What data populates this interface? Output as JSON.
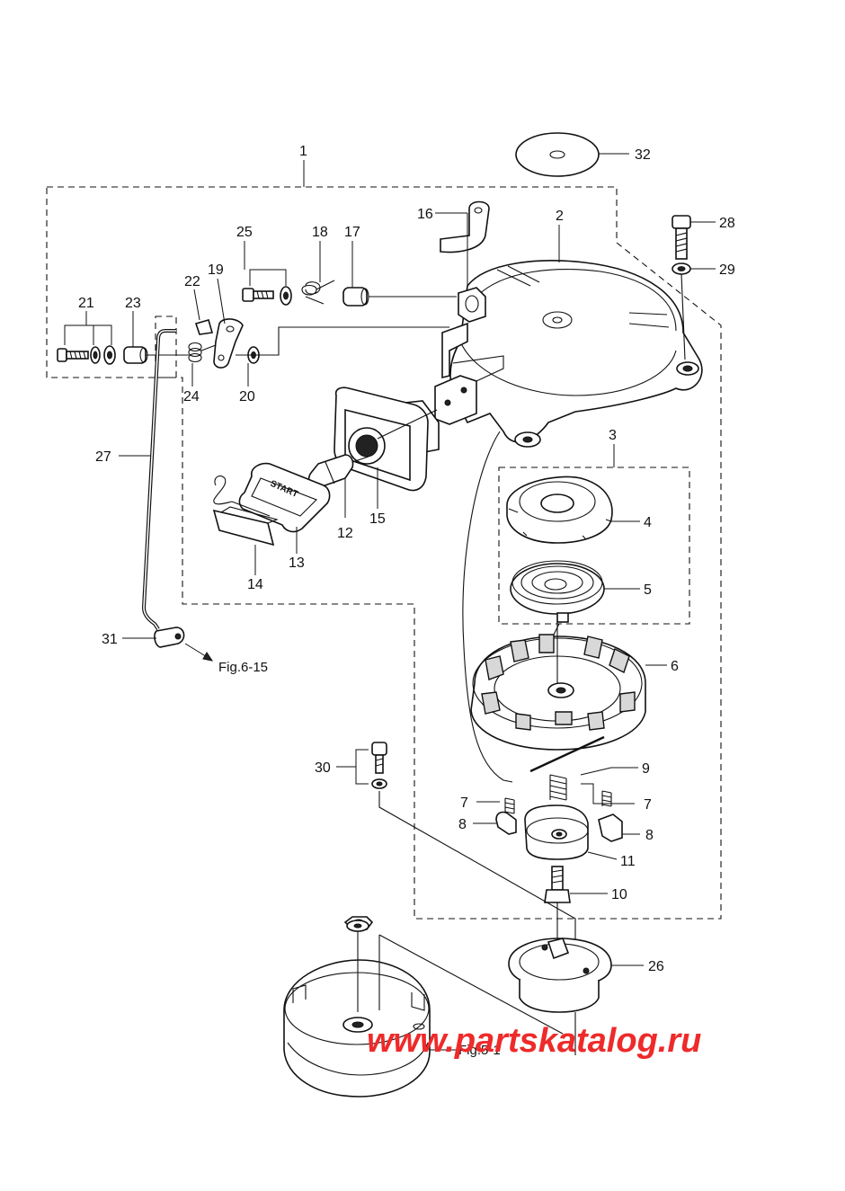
{
  "callouts": [
    {
      "id": "c1",
      "text": "1"
    },
    {
      "id": "c2",
      "text": "2"
    },
    {
      "id": "c3",
      "text": "3"
    },
    {
      "id": "c4",
      "text": "4"
    },
    {
      "id": "c5",
      "text": "5"
    },
    {
      "id": "c6",
      "text": "6"
    },
    {
      "id": "c7a",
      "text": "7"
    },
    {
      "id": "c7b",
      "text": "7"
    },
    {
      "id": "c8a",
      "text": "8"
    },
    {
      "id": "c8b",
      "text": "8"
    },
    {
      "id": "c9",
      "text": "9"
    },
    {
      "id": "c10",
      "text": "10"
    },
    {
      "id": "c11",
      "text": "11"
    },
    {
      "id": "c12",
      "text": "12"
    },
    {
      "id": "c13",
      "text": "13"
    },
    {
      "id": "c14",
      "text": "14"
    },
    {
      "id": "c15",
      "text": "15"
    },
    {
      "id": "c16",
      "text": "16"
    },
    {
      "id": "c17",
      "text": "17"
    },
    {
      "id": "c18",
      "text": "18"
    },
    {
      "id": "c19",
      "text": "19"
    },
    {
      "id": "c20",
      "text": "20"
    },
    {
      "id": "c21",
      "text": "21"
    },
    {
      "id": "c22",
      "text": "22"
    },
    {
      "id": "c23",
      "text": "23"
    },
    {
      "id": "c24",
      "text": "24"
    },
    {
      "id": "c25",
      "text": "25"
    },
    {
      "id": "c26",
      "text": "26"
    },
    {
      "id": "c27",
      "text": "27"
    },
    {
      "id": "c28",
      "text": "28"
    },
    {
      "id": "c29",
      "text": "29"
    },
    {
      "id": "c30",
      "text": "30"
    },
    {
      "id": "c31",
      "text": "31"
    },
    {
      "id": "c32",
      "text": "32"
    }
  ],
  "references": {
    "fig_6_15": "Fig.6-15",
    "fig_5_1": "Fig.5-1"
  },
  "handle_text": "START",
  "watermark": "www.partskatalog.ru",
  "colors": {
    "watermark": "#ee2a2a",
    "line": "#111111",
    "background": "#ffffff"
  }
}
